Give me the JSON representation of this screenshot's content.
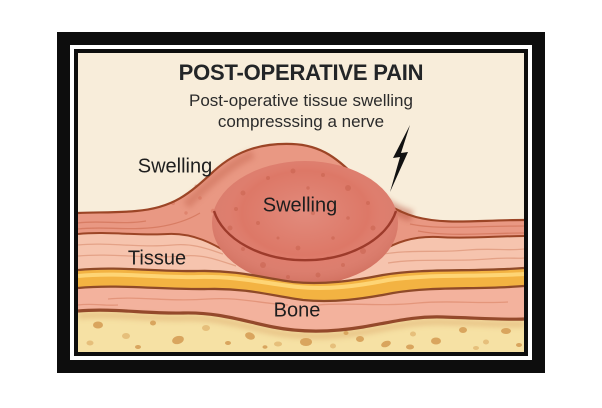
{
  "poster": {
    "title": "POST-OPERATIVE PAIN",
    "subtitle": "Post-operative tissue swelling\ncompresssing a nerve",
    "labels": {
      "swelling_outer": "Swelling",
      "swelling_inner": "Swelling",
      "tissue": "Tissue",
      "bone": "Bone"
    },
    "icons": {
      "pain_indicator": "lightning-bolt-icon"
    },
    "colors": {
      "frame_black": "#0d0d0d",
      "mat_white": "#ffffff",
      "background_cream": "#f8edda",
      "skin_salmon": "#e99883",
      "tissue_light": "#f6c4ae",
      "nerve_yellow": "#f3b342",
      "nerve_highlight": "#ffd87b",
      "tissue_deep": "#f3b29d",
      "bone_cream": "#f6e1a4",
      "bone_spot": "#d9a55e",
      "swelling_ball": "#dd7867",
      "layer_outline": "#9c4526",
      "bolt_black": "#111111",
      "text_dark": "#232527"
    }
  }
}
